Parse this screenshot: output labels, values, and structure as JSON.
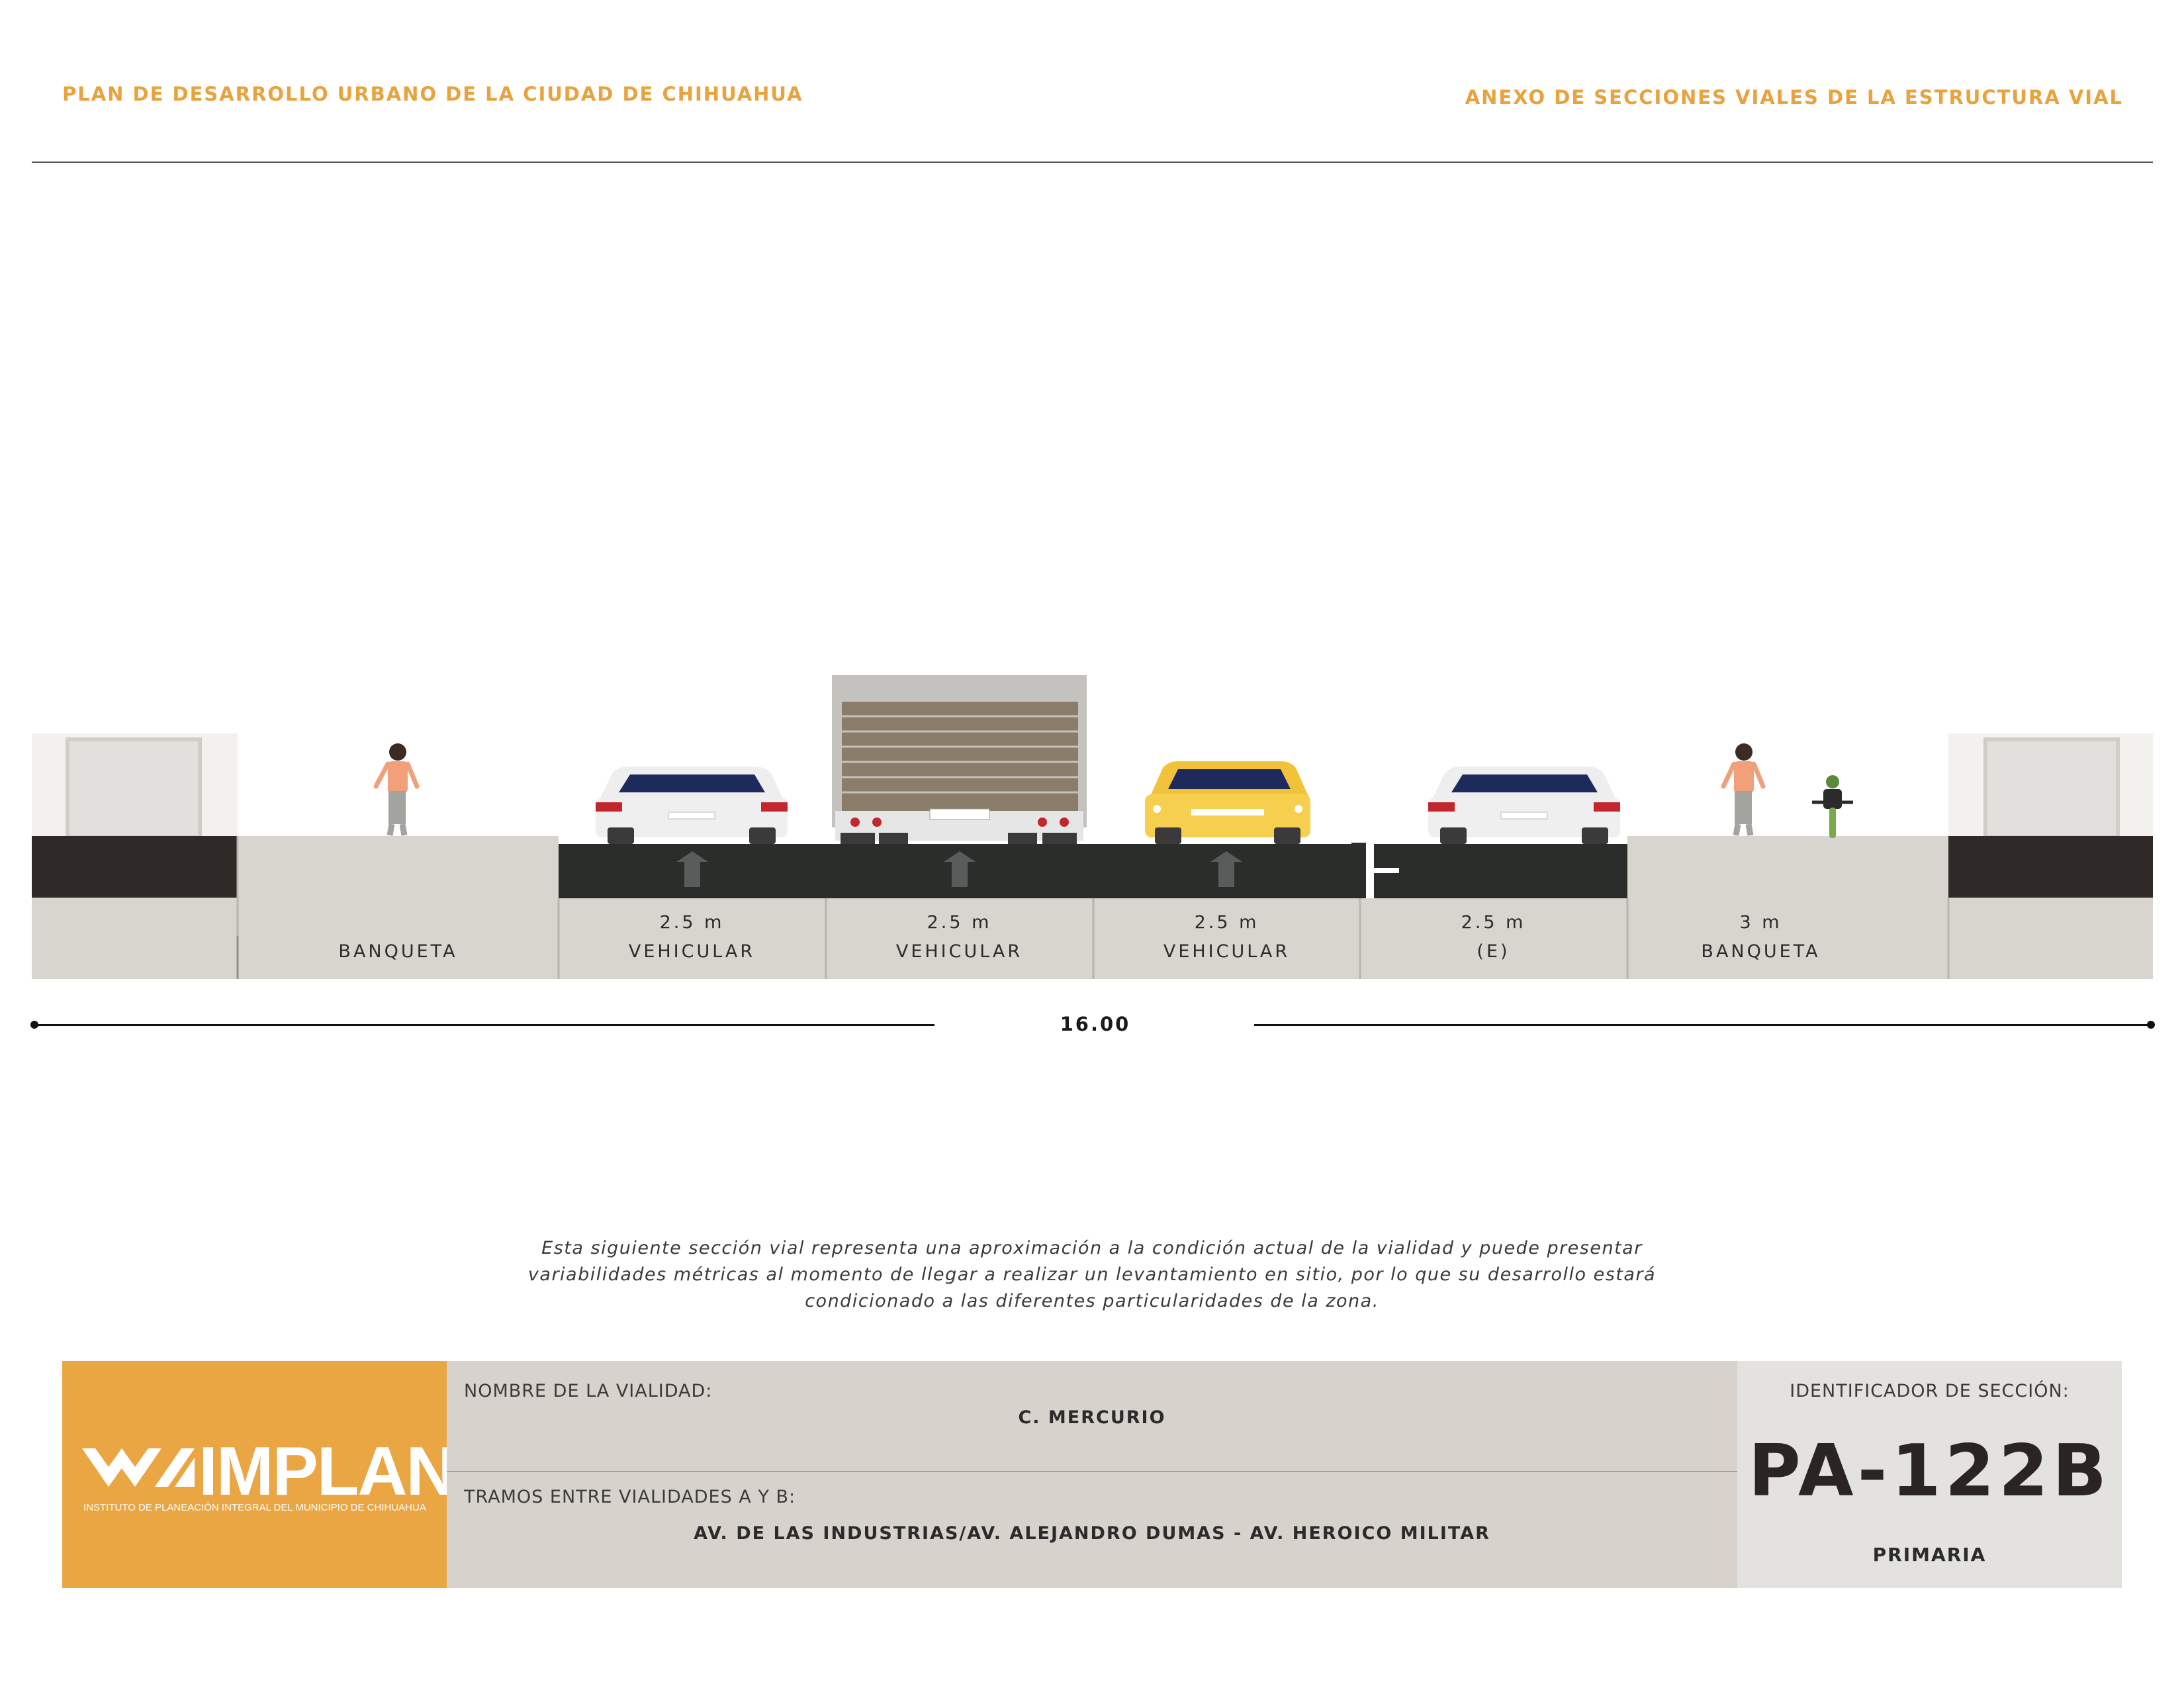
{
  "header": {
    "left_title": "PLAN DE DESARROLLO URBANO DE LA CIUDAD DE CHIHUAHUA",
    "right_title": "ANEXO DE SECCIONES VIALES DE LA ESTRUCTURA VIAL"
  },
  "section": {
    "lanes": [
      {
        "dimension": "",
        "name": "BANQUETA"
      },
      {
        "dimension": "2.5 m",
        "name": "VEHICULAR"
      },
      {
        "dimension": "2.5 m",
        "name": "VEHICULAR"
      },
      {
        "dimension": "2.5 m",
        "name": "VEHICULAR"
      },
      {
        "dimension": "2.5 m",
        "name": "(E)"
      },
      {
        "dimension": "3 m",
        "name": "BANQUETA"
      }
    ],
    "total_width": "16.00"
  },
  "disclaimer": "Esta siguiente sección vial representa una aproximación a la condición actual de la vialidad y puede presentar variabilidades métricas al momento de llegar a realizar un levantamiento en sitio, por lo que su desarrollo estará condicionado a las diferentes particularidades de la zona.",
  "info": {
    "logo_text": "IMPLAN",
    "logo_subtitle": "INSTITUTO DE PLANEACIÓN INTEGRAL DEL MUNICIPIO DE CHIHUAHUA",
    "road_name_label": "NOMBRE DE LA VIALIDAD:",
    "road_name": "C. MERCURIO",
    "segment_label": "TRAMOS ENTRE VIALIDADES A Y B:",
    "segment": "AV. DE LAS INDUSTRIAS/AV. ALEJANDRO DUMAS - AV. HEROICO MILITAR",
    "section_id_label": "IDENTIFICADOR DE SECCIÓN:",
    "section_id": "PA-122B",
    "classification": "PRIMARIA"
  }
}
